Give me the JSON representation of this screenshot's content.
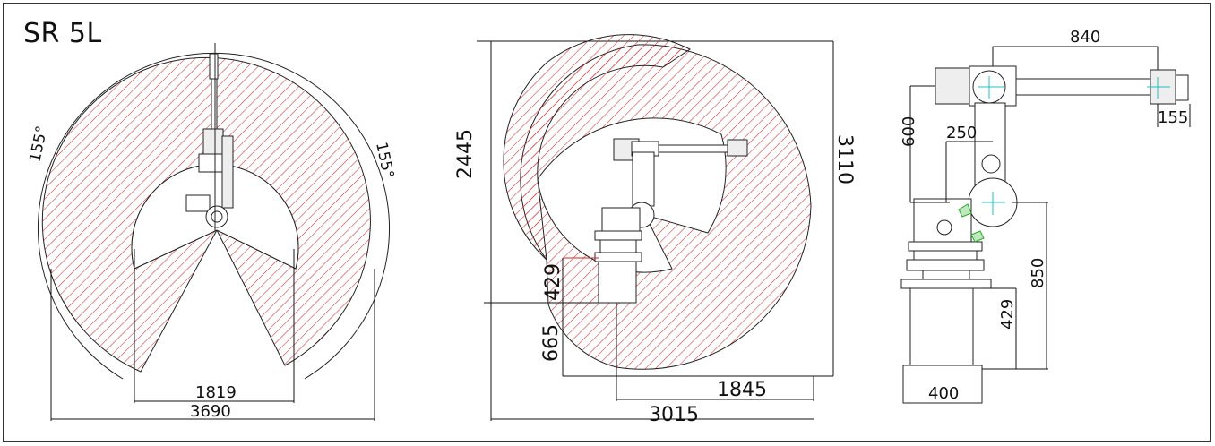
{
  "title": "SR 5L",
  "colors": {
    "hatch": "#d22d2d",
    "outline": "#222222",
    "axis_marker": "#19c3c3",
    "joint_marker": "#2aa02a"
  },
  "top_view": {
    "angle_left": "155°",
    "angle_right": "155°",
    "inner_width": "1819",
    "outer_width": "3690"
  },
  "side_view": {
    "height_total": "2445",
    "height_right": "3110",
    "base_offset": "429",
    "below_base": "665",
    "reach_right": "1845",
    "width_total": "3015"
  },
  "front_view": {
    "arm_length": "840",
    "flange": "155",
    "upper_height": "600",
    "offset": "250",
    "shoulder_height": "850",
    "base_height": "429",
    "base_width": "400"
  }
}
